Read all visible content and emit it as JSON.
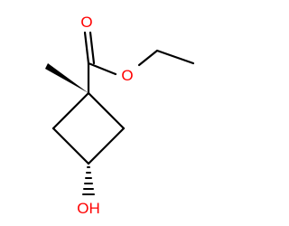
{
  "molecule": {
    "atoms": [
      {
        "id": "o_carbonyl",
        "label": "O",
        "color": "#ff0000"
      },
      {
        "id": "o_ester",
        "label": "O",
        "color": "#ff0000"
      },
      {
        "id": "o_hydroxyl",
        "label": "OH",
        "color": "#ff0000"
      }
    ],
    "bond_color": "#000000",
    "background": "#ffffff"
  }
}
